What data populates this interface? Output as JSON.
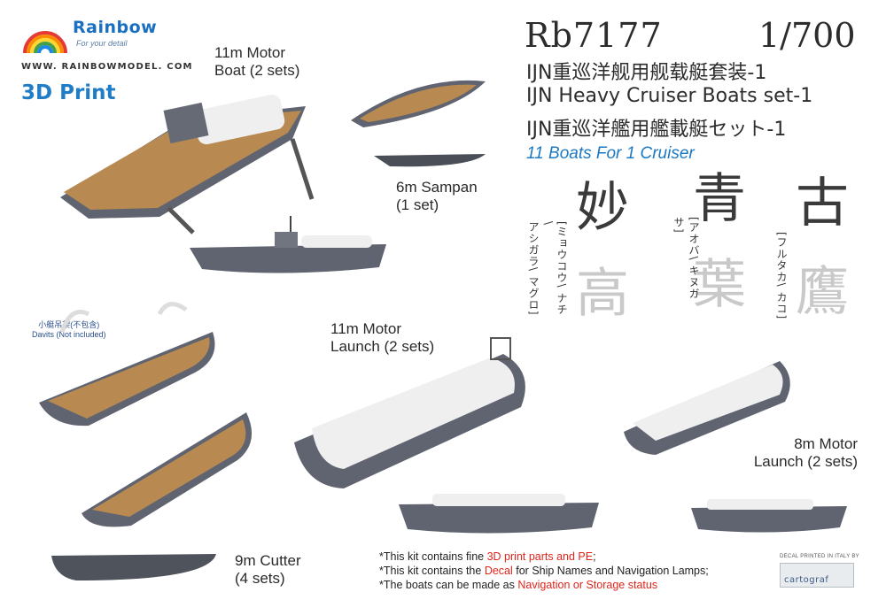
{
  "brand": {
    "name": "Rainbow",
    "tagline": "For your detail",
    "website": "WWW. RAINBOWMODEL. COM",
    "print_label": "3D Print"
  },
  "product": {
    "code": "Rb7177",
    "scale": "1/700",
    "title_cn": "IJN重巡洋舰用舰载艇套装-1",
    "title_en": "IJN Heavy Cruiser Boats set-1",
    "title_jp": "IJN重巡洋艦用艦載艇セット-1",
    "boats_count": "11",
    "boats_text": "Boats For 1 Cruiser"
  },
  "ship_names": [
    {
      "kanji_top": "妙",
      "kanji_bottom": "高",
      "reading_a": "[ミョウコウ\\ ナチ\\",
      "reading_b": "アシガラ\\ マグロ]"
    },
    {
      "kanji_top": "青",
      "kanji_bottom": "葉",
      "reading_a": "[アオバ\\ キヌガサ]",
      "reading_b": ""
    },
    {
      "kanji_top": "古",
      "kanji_bottom": "鷹",
      "reading_a": "[フルタカ\\ カコ]",
      "reading_b": ""
    }
  ],
  "labels": {
    "motor_boat_11m": [
      "11m Motor",
      "Boat (2 sets)"
    ],
    "sampan_6m": [
      "6m Sampan",
      "(1 set)"
    ],
    "davits": [
      "小艇吊架(不包含)",
      "Davits (Not included)"
    ],
    "motor_launch_11m": [
      "11m Motor",
      "Launch (2 sets)"
    ],
    "motor_launch_8m": [
      "8m Motor",
      "Launch (2 sets)"
    ],
    "cutter_9m": [
      "9m Cutter",
      "(4 sets)"
    ]
  },
  "notes": [
    {
      "prefix": "*This kit contains fine ",
      "highlight": "3D print parts and PE",
      "suffix": ";"
    },
    {
      "prefix": "*This kit contains the ",
      "highlight": "Decal",
      "suffix": " for Ship Names and Navigation Lamps;"
    },
    {
      "prefix": "*The boats can be made as ",
      "highlight": "Navigation or Storage status",
      "suffix": ""
    }
  ],
  "decal": {
    "small_text": "DECAL PRINTED IN ITALY BY",
    "brand": "cartograf"
  },
  "colors": {
    "hull": "#5f6470",
    "deck_wood": "#b88a52",
    "canvas": "#efefef",
    "accent_blue": "#1b78c2",
    "highlight_red": "#e0251b"
  }
}
